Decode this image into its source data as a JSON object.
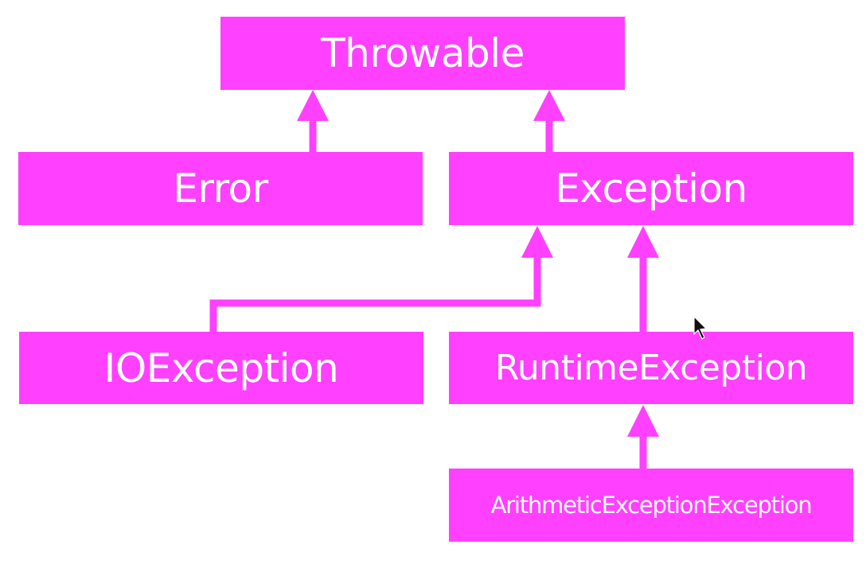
{
  "diagram": {
    "nodes": {
      "throwable": "Throwable",
      "error": "Error",
      "exception": "Exception",
      "ioexception": "IOException",
      "runtime_exception": "RuntimeException",
      "arithmetic_exception": "ArithmeticExceptionException"
    },
    "edges": [
      {
        "from": "error",
        "to": "throwable"
      },
      {
        "from": "exception",
        "to": "throwable"
      },
      {
        "from": "ioexception",
        "to": "exception"
      },
      {
        "from": "runtime_exception",
        "to": "exception"
      },
      {
        "from": "arithmetic_exception",
        "to": "runtime_exception"
      }
    ],
    "colors": {
      "node_fill": "#ff40ff",
      "connector": "#ff40ff",
      "text": "#ffffff",
      "background": "#ffffff"
    }
  }
}
